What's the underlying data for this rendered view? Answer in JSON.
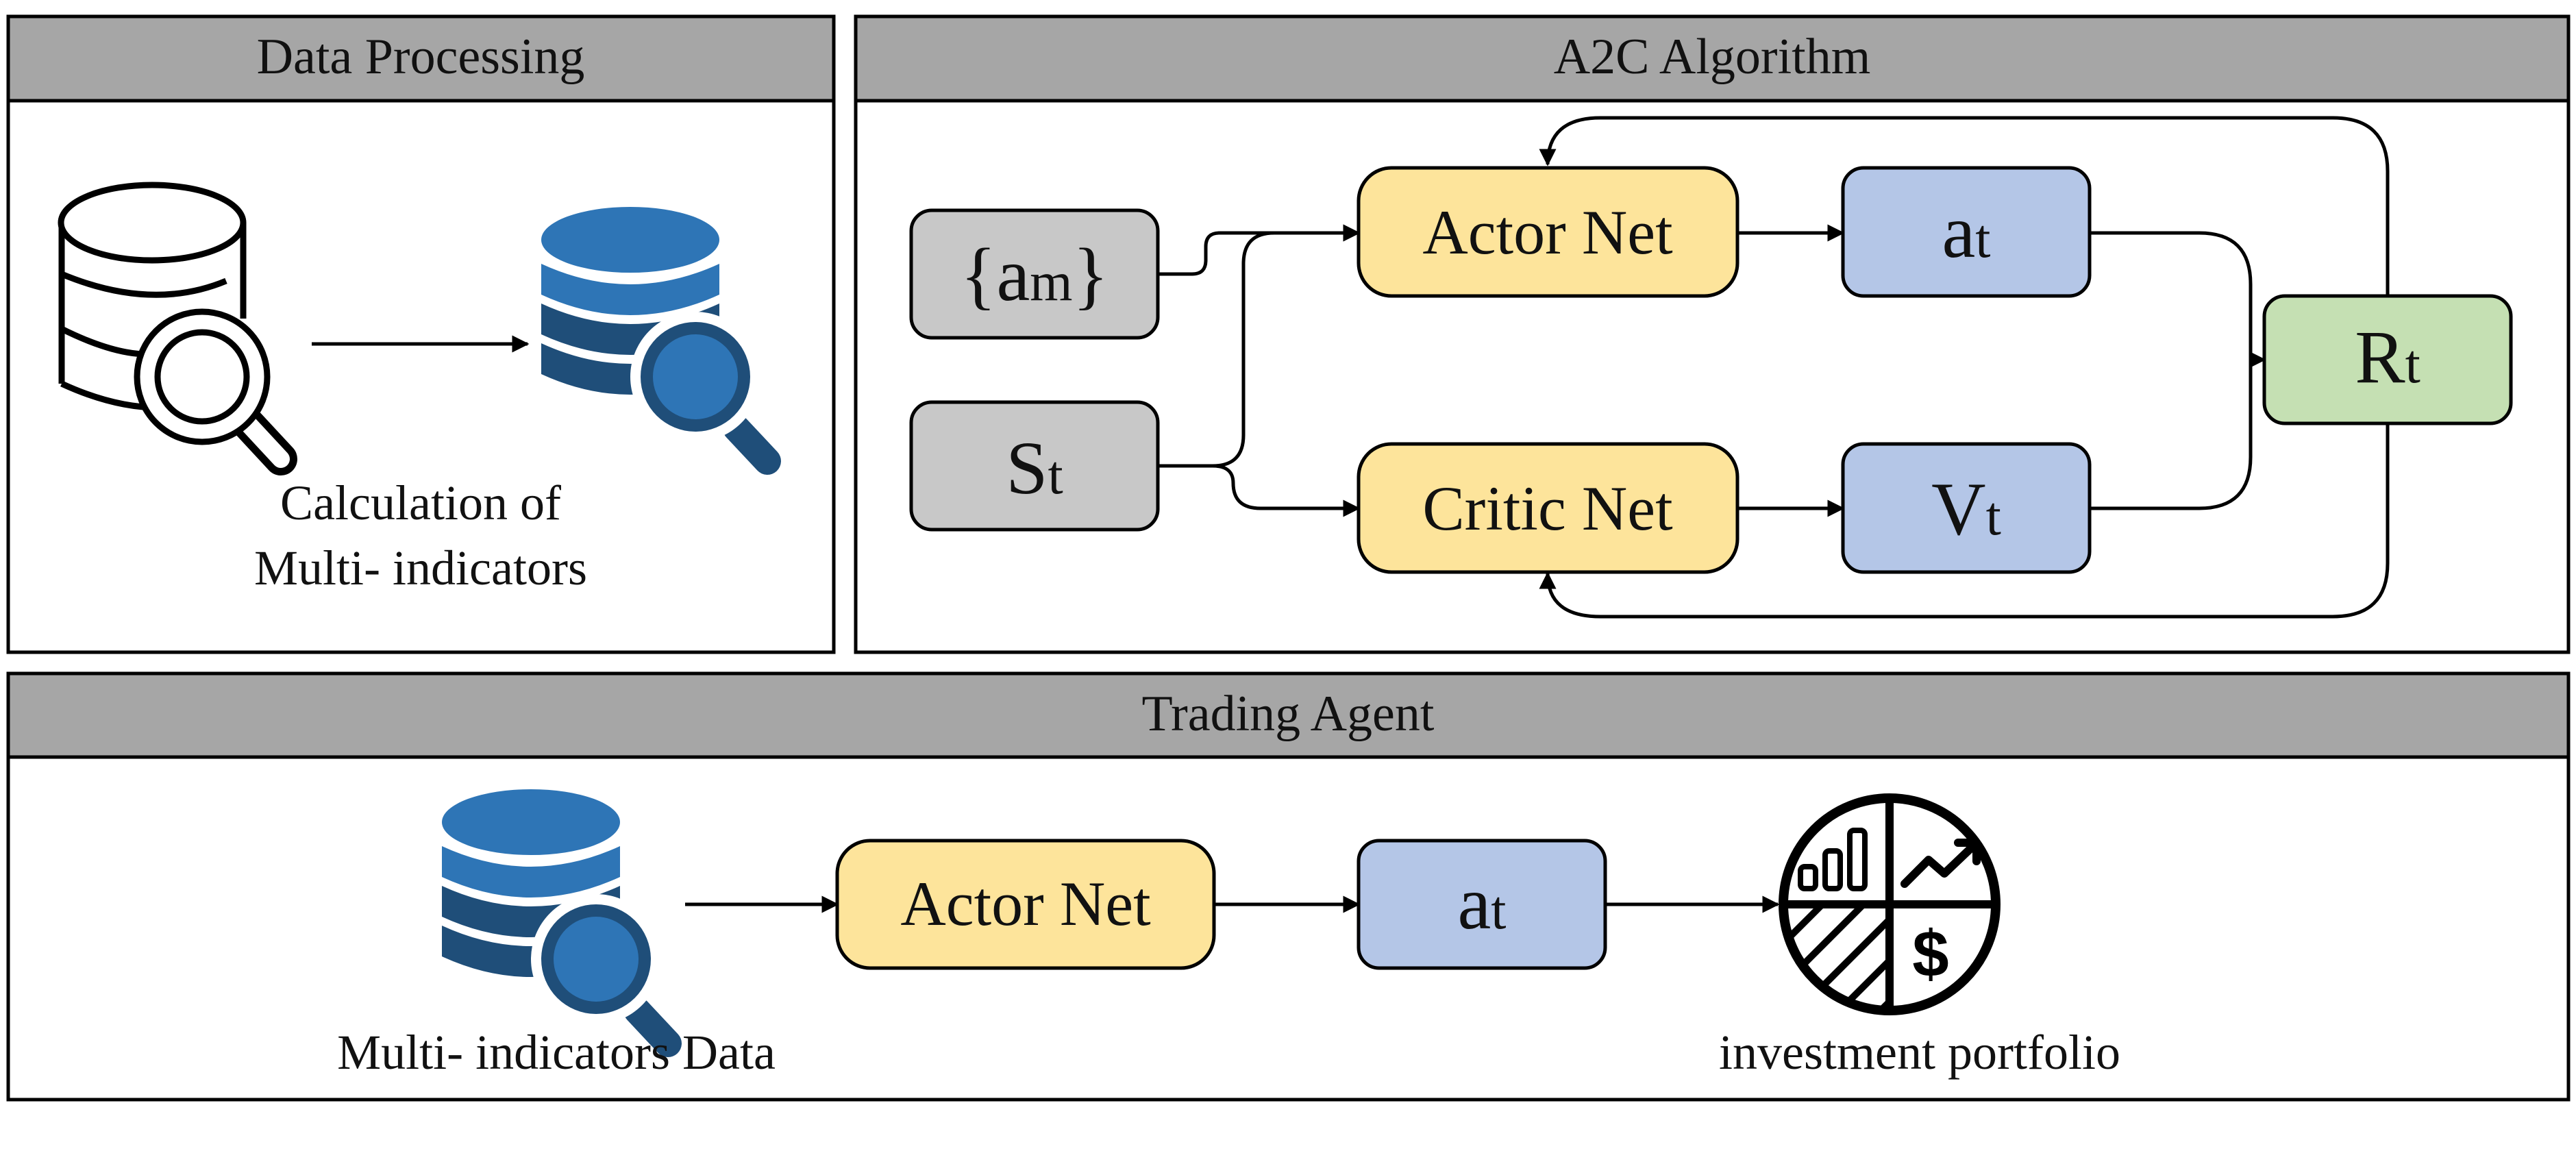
{
  "panels": {
    "data_processing": {
      "title": "Data Processing",
      "caption_line1": "Calculation of",
      "caption_line2": "Multi- indicators"
    },
    "a2c": {
      "title": "A2C Algorithm"
    },
    "trading": {
      "title": "Trading Agent",
      "data_caption": "Multi- indicators Data",
      "portfolio_caption": "investment portfolio"
    }
  },
  "nodes": {
    "am": {
      "open": "{",
      "main": "a",
      "sub": "m",
      "close": "}"
    },
    "st": {
      "main": "S",
      "sub": "t"
    },
    "actor": {
      "label": "Actor Net"
    },
    "critic": {
      "label": "Critic Net"
    },
    "at": {
      "main": "a",
      "sub": "t"
    },
    "vt": {
      "main": "V",
      "sub": "t"
    },
    "rt": {
      "main": "R",
      "sub": "t"
    },
    "trade_actor": {
      "label": "Actor Net"
    },
    "trade_at": {
      "main": "a",
      "sub": "t"
    }
  },
  "colors": {
    "header": "#a6a6a6",
    "gray_node": "#c8c8c8",
    "yellow_node": "#fde49b",
    "blue_node": "#b4c6e7",
    "green_node": "#c5e0b3",
    "db_blue": "#2e75b6",
    "db_dark": "#1f4e79",
    "border": "#000000"
  },
  "icons": {
    "db_outline": "database-search-icon",
    "db_blue": "database-search-blue-icon",
    "portfolio": "portfolio-pie-icon"
  }
}
